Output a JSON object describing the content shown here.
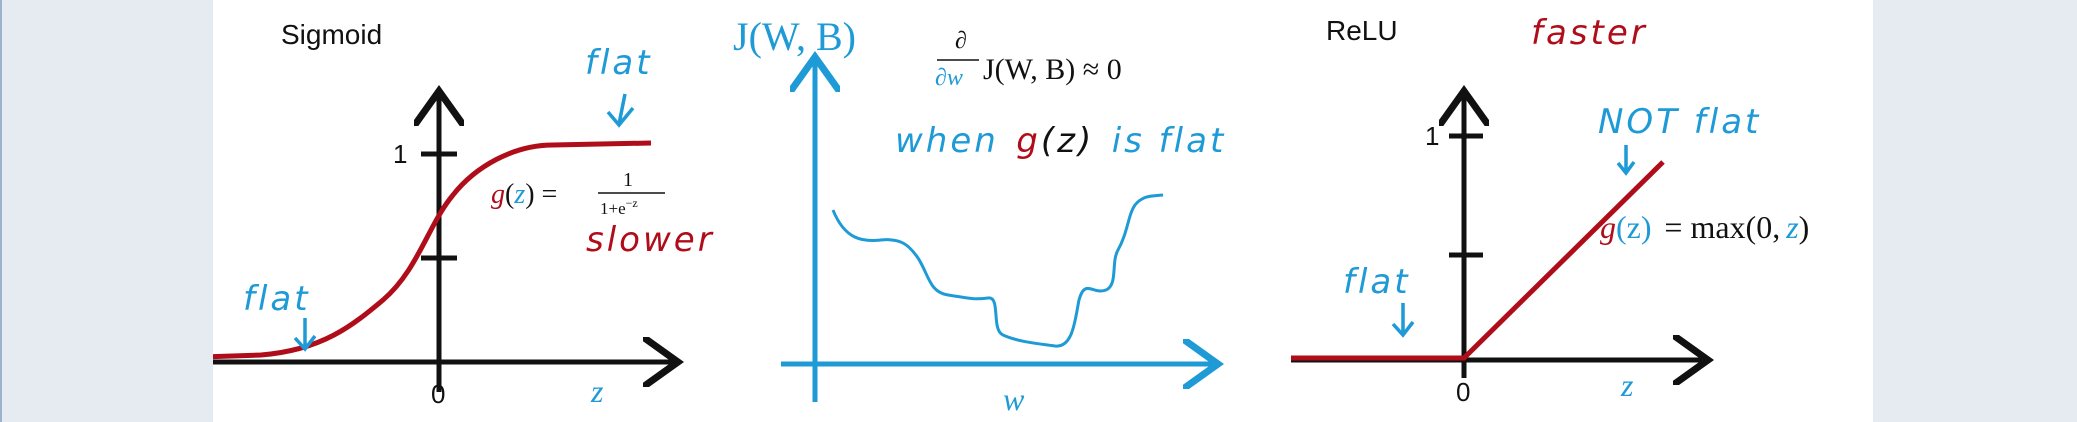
{
  "colors": {
    "axis": "#111111",
    "accent_blue": "#1e9ad6",
    "accent_red": "#b00d1a"
  },
  "sigmoid": {
    "title": "Sigmoid",
    "tick_one": "1",
    "tick_zero": "0",
    "x_axis": "z",
    "formula_lhs_g": "g",
    "formula_lhs_paren_open": "(",
    "formula_lhs_z": "z",
    "formula_lhs_paren_close": ") =",
    "formula_numerator": "1",
    "formula_denominator": "1+e",
    "formula_exponent": "−z",
    "flat_top_note": "flat",
    "flat_left_note": "flat",
    "speed_note": "slower"
  },
  "cost": {
    "y_label": "J(W, B)",
    "x_label": "w",
    "derivative_numerator": "∂",
    "derivative_denominator": "∂w",
    "derivative_expr": "J(W, B) ≈ 0",
    "note_when": "when",
    "note_g": "g",
    "note_z": "(z)",
    "note_rest": "is flat"
  },
  "relu": {
    "title": "ReLU",
    "tick_one": "1",
    "tick_zero": "0",
    "x_axis": "z",
    "formula_g": "g",
    "formula_z": "(z)",
    "formula_eq": "= max(0,",
    "formula_z2": "z",
    "formula_end": ")",
    "not_flat_note": "NOT flat",
    "flat_note": "flat",
    "speed_note": "faster"
  }
}
